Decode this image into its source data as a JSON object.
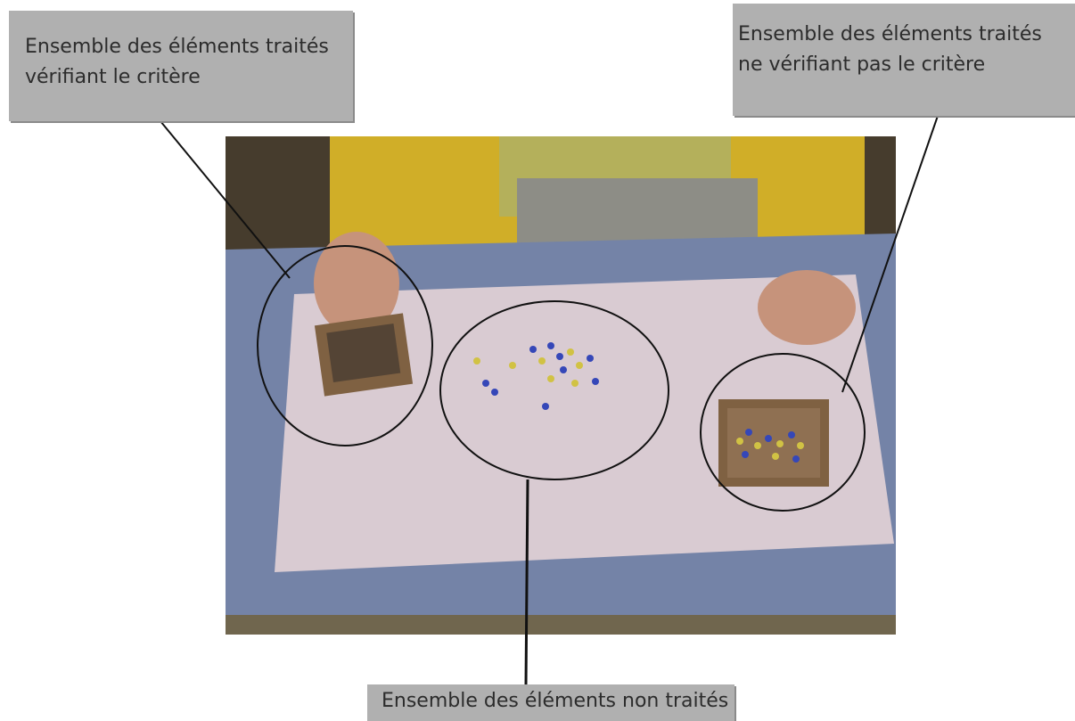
{
  "labels": {
    "top_left": [
      "Ensemble des éléments traités",
      "vérifiant le critère"
    ],
    "top_right": [
      "Ensemble des éléments traités",
      "ne vérifiant pas le critère"
    ],
    "bottom": [
      "Ensemble des éléments non traités"
    ]
  },
  "colors": {
    "label_bg": "#b0b0b0",
    "table": "#7e8fb6",
    "paper": "#ecdde4",
    "floor": "#4c4231",
    "sweater": "#e2bd2c",
    "box": "#8a6a48",
    "bead_blue": "#3a4ec8",
    "bead_yellow": "#e3d34a",
    "outline": "#111111"
  }
}
